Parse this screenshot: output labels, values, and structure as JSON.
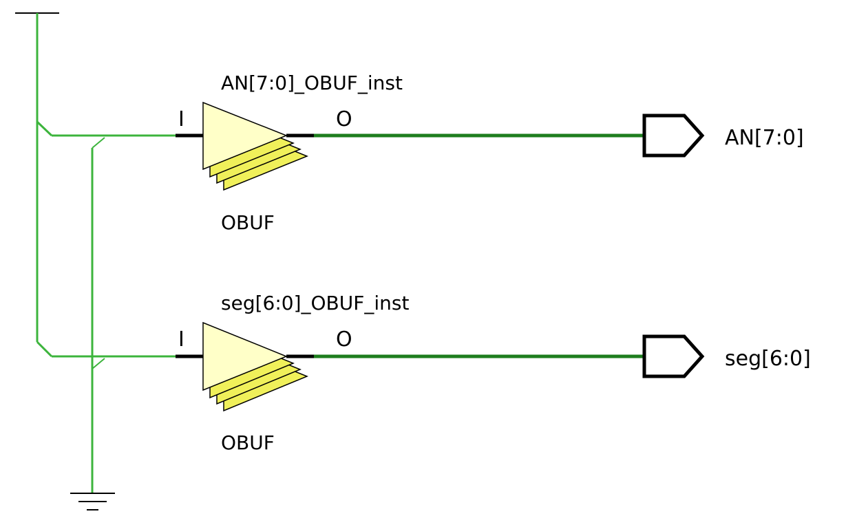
{
  "colors": {
    "background": "#ffffff",
    "net_thin": "#3cb43c",
    "net_bus": "#1e7e1e",
    "buffer_fill_front": "#ffffc8",
    "buffer_fill_back": "#f0f05a",
    "outline": "#000000"
  },
  "power": {
    "vcc_icon": "power-rail-icon",
    "gnd_icon": "ground-icon"
  },
  "cells": [
    {
      "instance_name": "AN[7:0]_OBUF_inst",
      "cell_type": "OBUF",
      "input_pin": "I",
      "output_pin": "O",
      "output_port": "AN[7:0]"
    },
    {
      "instance_name": "seg[6:0]_OBUF_inst",
      "cell_type": "OBUF",
      "input_pin": "I",
      "output_pin": "O",
      "output_port": "seg[6:0]"
    }
  ]
}
